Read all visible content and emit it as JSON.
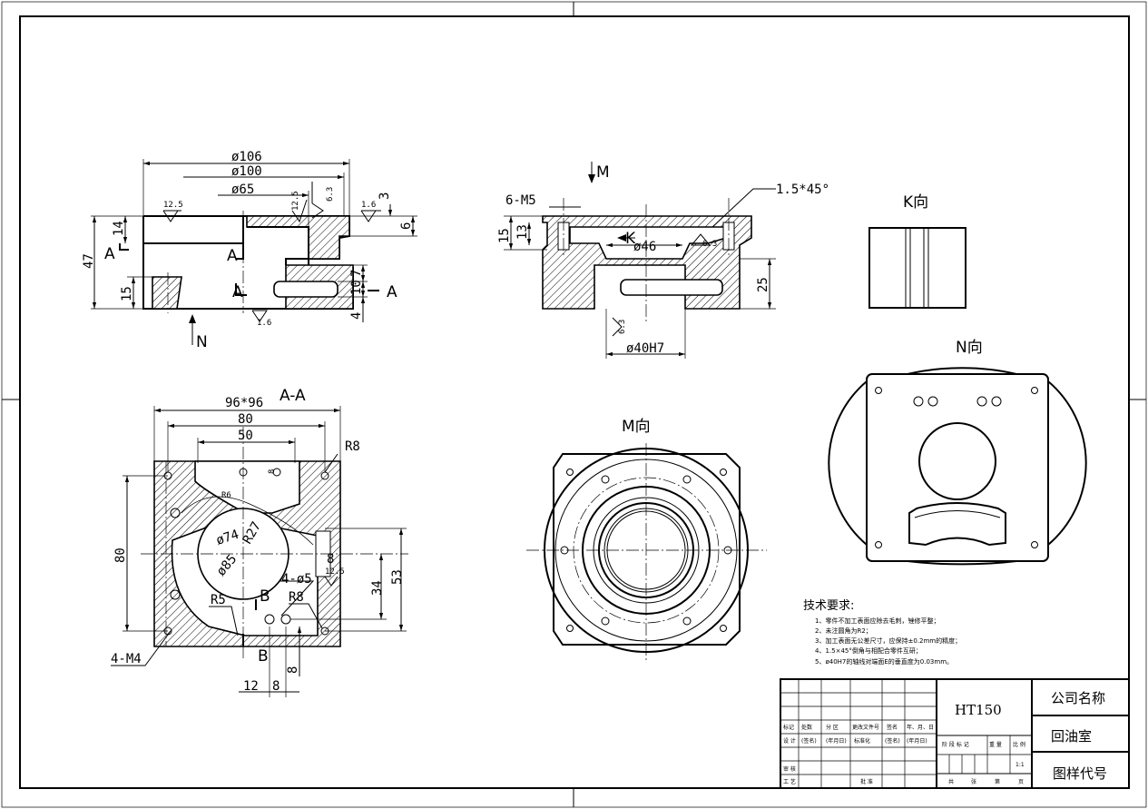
{
  "front_view": {
    "dims": [
      "ø106",
      "ø100",
      "ø65",
      "47",
      "14",
      "15",
      "6",
      "3",
      "7",
      "10",
      "4"
    ],
    "roughness": [
      "12.5",
      "12.5",
      "6.3",
      "1.6",
      "1.6"
    ],
    "section_marks": [
      "A",
      "A",
      "A",
      "A"
    ],
    "view_arrow": "N"
  },
  "section_view": {
    "dims": [
      "6-M5",
      "15",
      "13",
      "ø46",
      "25",
      "ø40H7",
      "1.5*45°"
    ],
    "roughness": [
      "6.3",
      "6.3"
    ],
    "view_arrow": "M",
    "k_arrow": "K"
  },
  "k_view": {
    "title": "K向"
  },
  "n_view": {
    "title": "N向"
  },
  "m_view": {
    "title": "M向"
  },
  "aa_view": {
    "title": "A-A",
    "dims": [
      "96*96",
      "80",
      "50",
      "R8",
      "8",
      "R6",
      "ø74",
      "R27",
      "ø85",
      "8",
      "12.5",
      "4-ø5",
      "R5",
      "R8",
      "34",
      "53",
      "80",
      "4-M4",
      "12",
      "8",
      "8"
    ],
    "section_marks": [
      "B",
      "B"
    ]
  },
  "tech_requirements": {
    "title": "技术要求:",
    "items": [
      "1、零件不加工表面应除去毛刺，锉修平整；",
      "2、未注圆角为R2；",
      "3、加工表面无公差尺寸，应保持±0.2mm的精度；",
      "4、1.5×45°倒角与相配合零件互研；",
      "5、ø40H7的轴线对端面E的垂直度为0.03mm。"
    ]
  },
  "title_block": {
    "material": "HT150",
    "company": "公司名称",
    "part_name": "回油室",
    "drawing_code": "图样代号",
    "scale": "1:1",
    "cells": {
      "mark": "标记",
      "count": "处数",
      "zone": "分 区",
      "change_doc": "更改文件号",
      "sign": "签名",
      "date": "年、月、日",
      "design": "设 计",
      "sign_paren": "(签名)",
      "date_paren": "(年月日)",
      "standard": "标准化",
      "sign_paren2": "(签名)",
      "date_paren2": "(年月日)",
      "stage": "阶 段 标 记",
      "weight": "重 量",
      "ratio": "比 例",
      "review": "审 核",
      "process": "工 艺",
      "approve": "批 准",
      "total": "共",
      "sheets": "张",
      "page_no": "第",
      "page": "页"
    }
  }
}
